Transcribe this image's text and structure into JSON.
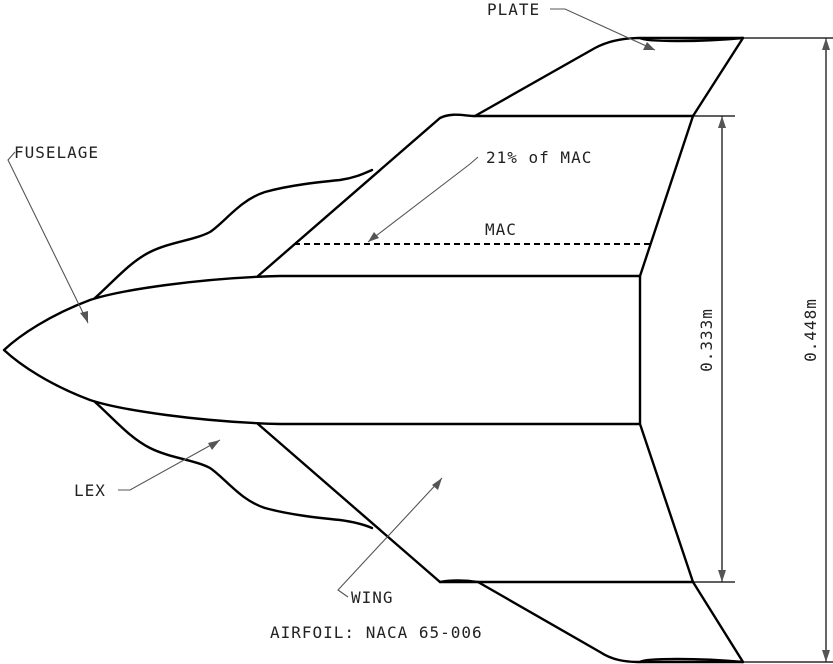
{
  "labels": {
    "plate": "PLATE",
    "fuselage": "FUSELAGE",
    "mac_percent": "21% of MAC",
    "mac": "MAC",
    "lex": "LEX",
    "wing": "WING",
    "airfoil": "AIRFOIL: NACA 65-006"
  },
  "dimensions": {
    "inner_span": "0.333m",
    "outer_span": "0.448m"
  }
}
